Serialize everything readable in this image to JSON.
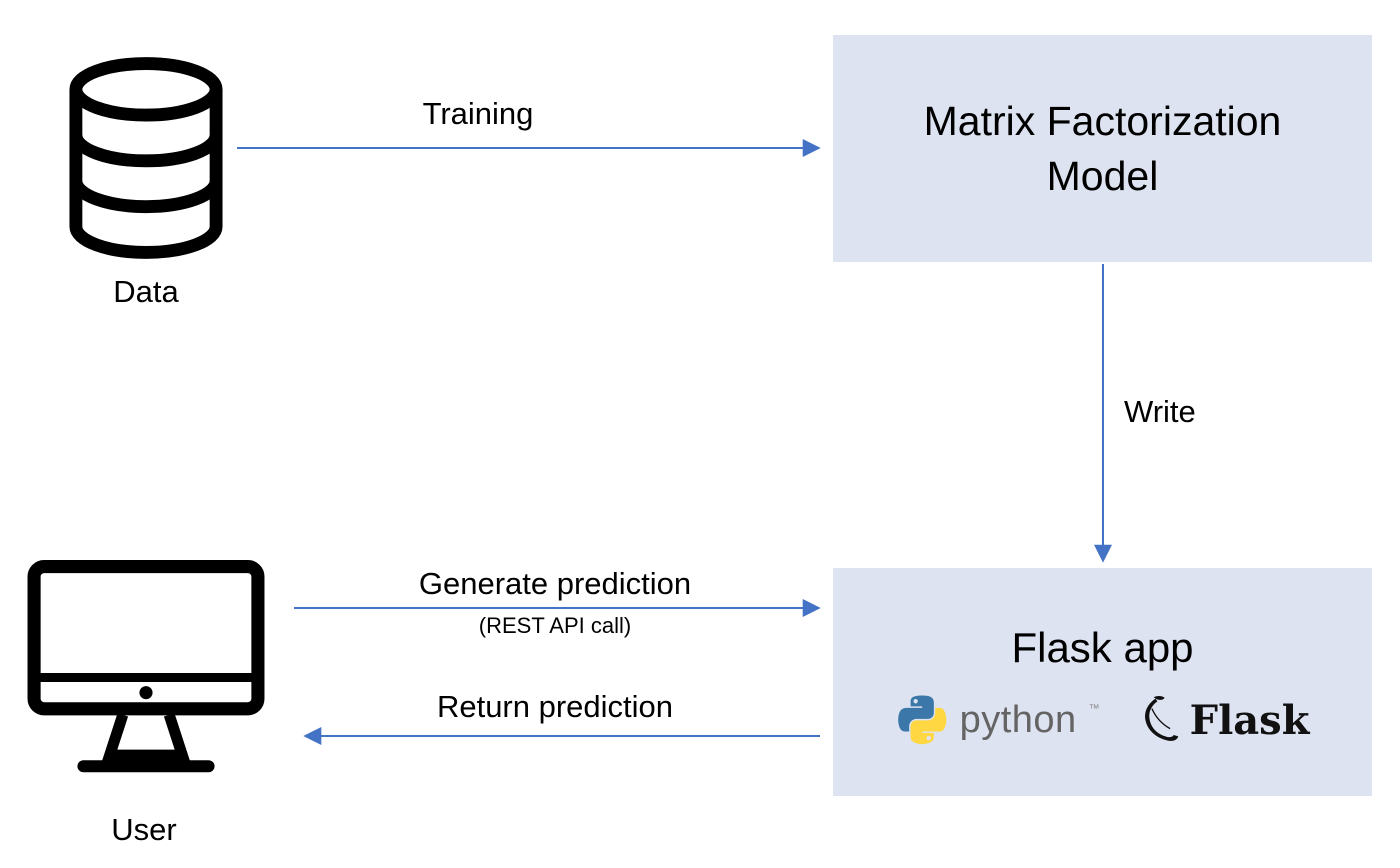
{
  "nodes": {
    "data": {
      "label": "Data"
    },
    "model": {
      "label": "Matrix Factorization Model"
    },
    "flask": {
      "title": "Flask app",
      "python_wordmark": "python",
      "python_trademark": "™",
      "flask_wordmark": "Flask"
    },
    "user": {
      "label": "User"
    }
  },
  "edges": {
    "training": {
      "label": "Training"
    },
    "write": {
      "label": "Write"
    },
    "generate": {
      "label": "Generate prediction",
      "sublabel": "(REST API call)"
    },
    "return": {
      "label": "Return prediction"
    }
  },
  "icons": {
    "database": "database-icon",
    "monitor": "monitor-icon",
    "python": "python-logo-icon",
    "flask": "flask-logo-icon"
  },
  "colors": {
    "box_fill": "#dde3f0",
    "arrow": "#4472c4",
    "icon_black": "#000000",
    "python_blue": "#3B77A8",
    "python_yellow": "#FFD742",
    "python_wordmark_gray": "#646464"
  }
}
